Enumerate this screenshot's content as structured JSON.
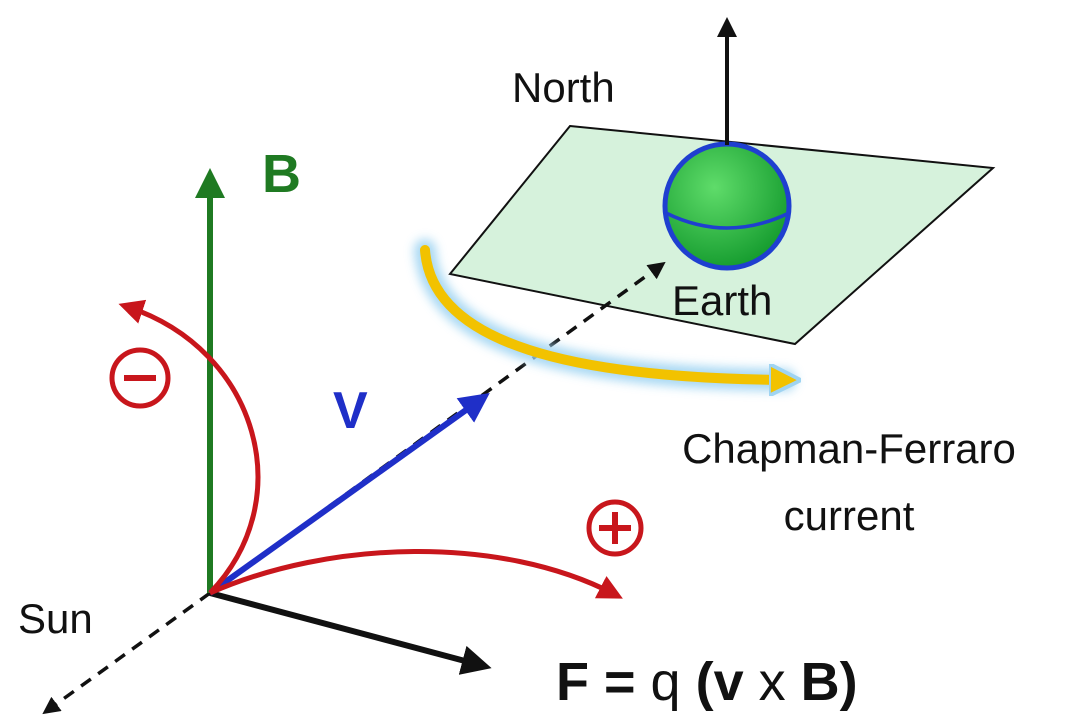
{
  "labels": {
    "north": "North",
    "earth": "Earth",
    "b_field": "B",
    "velocity": "V",
    "current_line1": "Chapman-Ferraro",
    "current_line2": "current",
    "sun": "Sun",
    "minus_sign": "−",
    "plus_sign": "+"
  },
  "equation": {
    "lhs": "F",
    "equals": " = ",
    "q": "q",
    "open": " (",
    "v": "v",
    "cross": " x ",
    "b": "B",
    "close": ")"
  },
  "colors": {
    "b_field": "#1f7a22",
    "velocity": "#1f2fc8",
    "charge_arc": "#c8161c",
    "current_arrow": "#f2c200",
    "current_glow": "#9fd4f2",
    "plane_fill": "#d6f2dc",
    "earth_fill": "#1fb43c",
    "earth_outline": "#1f3fd0",
    "black": "#111111"
  }
}
